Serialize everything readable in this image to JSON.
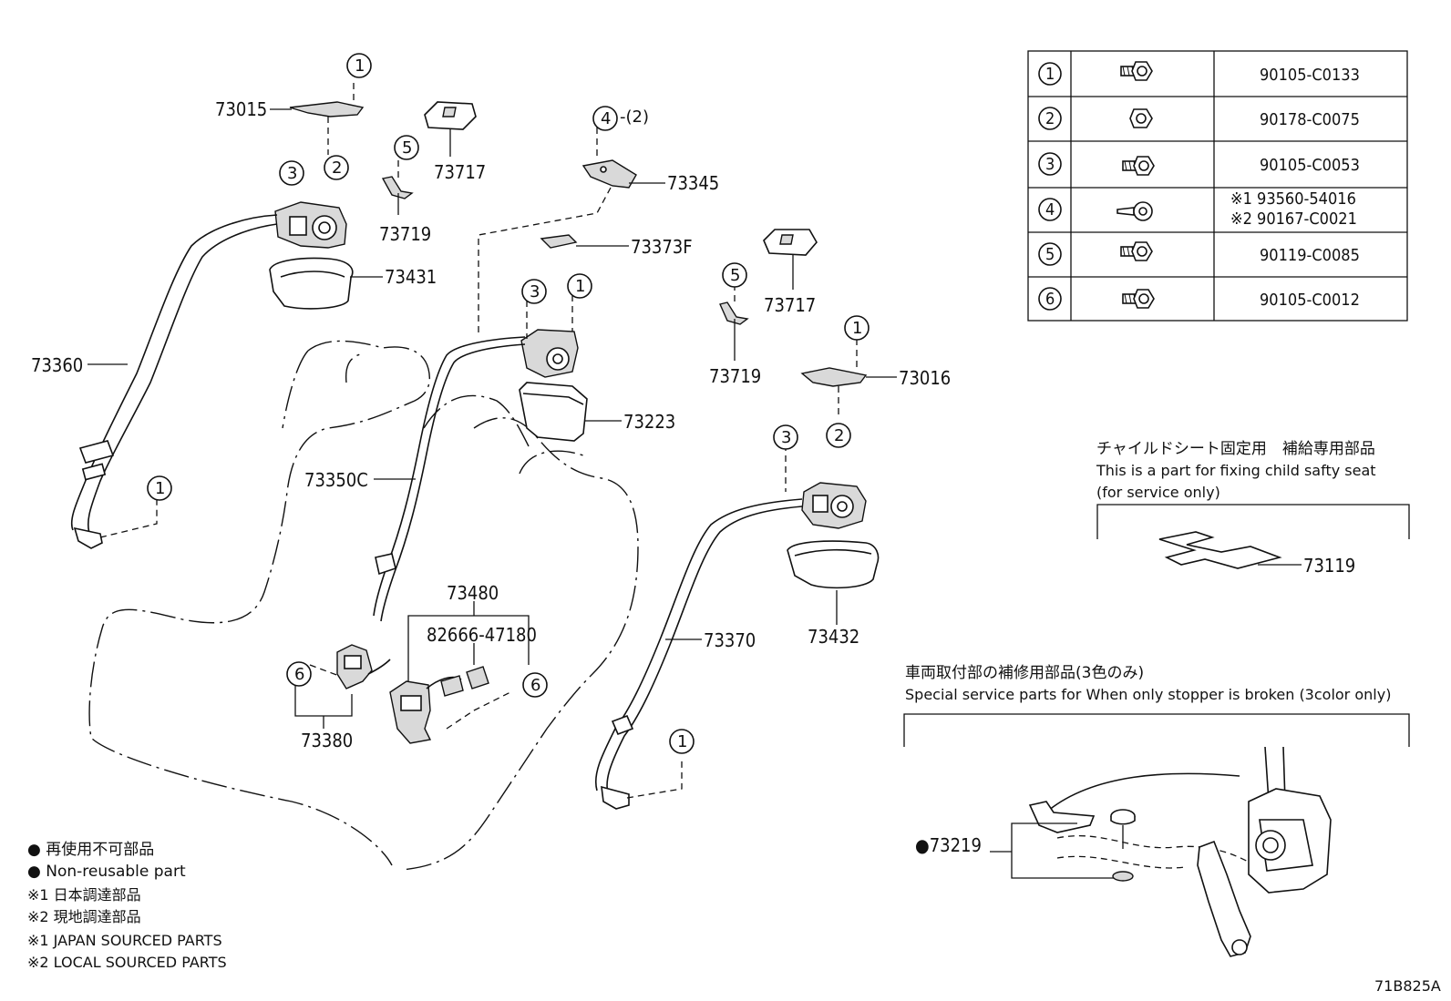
{
  "diagram_code": "71B825A",
  "parts": {
    "p73015": "73015",
    "p73717a": "73717",
    "p73719a": "73719",
    "p73431": "73431",
    "p73360": "73360",
    "p73345": "73345",
    "p73373f": "73373F",
    "p73223": "73223",
    "p73350c": "73350C",
    "p73480": "73480",
    "p82666": "82666-47180",
    "p73380": "73380",
    "p73717b": "73717",
    "p73719b": "73719",
    "p73016": "73016",
    "p73370": "73370",
    "p73432": "73432",
    "p73119": "73119",
    "p73219": "●73219"
  },
  "callouts": {
    "c1": "1",
    "c2": "2",
    "c3": "3",
    "c4": "4",
    "c5": "5",
    "c6": "6",
    "qty2": "-(2)"
  },
  "fastener_table": {
    "rows": [
      {
        "key": "1",
        "part": "90105-C0133"
      },
      {
        "key": "2",
        "part": "90178-C0075"
      },
      {
        "key": "3",
        "part": "90105-C0053"
      },
      {
        "key": "4",
        "part": "※1 93560-54016",
        "part2": "※2 90167-C0021"
      },
      {
        "key": "5",
        "part": "90119-C0085"
      },
      {
        "key": "6",
        "part": "90105-C0012"
      }
    ]
  },
  "child_seat_box": {
    "title_jp": "チャイルドシート固定用　補給専用部品",
    "line1": "This is a part for fixing child safty seat",
    "line2": "(for service only)"
  },
  "stopper_box": {
    "title_jp": "車両取付部の補修用部品(3色のみ)",
    "line1": "Special service parts for When only stopper is broken (3color only)"
  },
  "legend": {
    "l1": "● 再使用不可部品",
    "l2": "● Non-reusable part",
    "l3": "※1 日本調達部品",
    "l4": "※2 現地調達部品",
    "l5": "※1 JAPAN SOURCED PARTS",
    "l6": "※2 LOCAL SOURCED PARTS"
  },
  "colors": {
    "line": "#111111",
    "background": "#ffffff"
  }
}
